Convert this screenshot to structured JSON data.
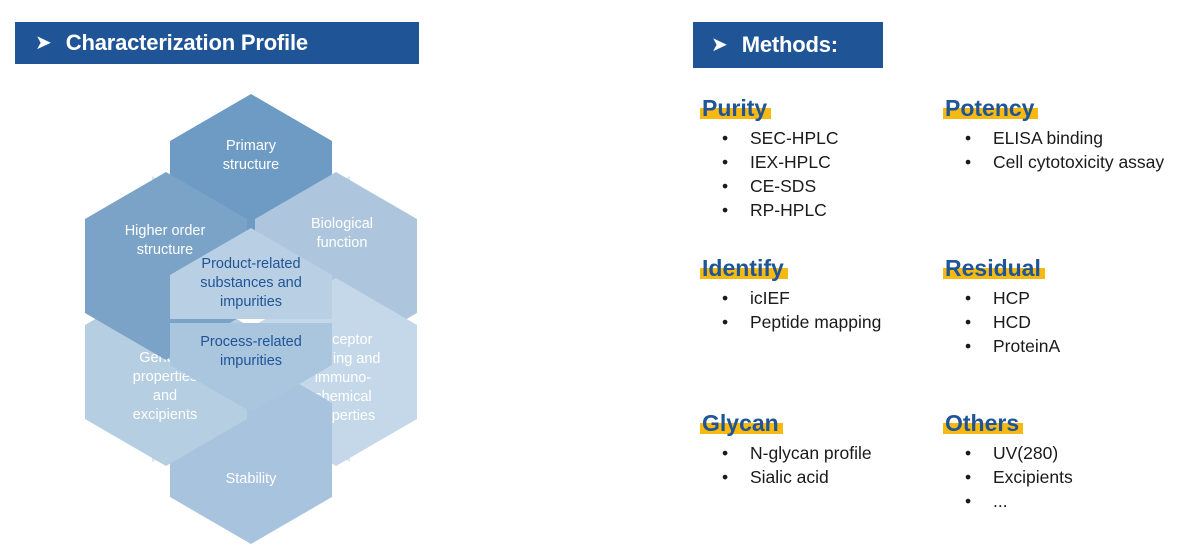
{
  "sections": {
    "characterization": {
      "arrow_glyph": "➤",
      "title": "Characterization Profile"
    },
    "methods": {
      "arrow_glyph": "➤",
      "title": "Methods:"
    }
  },
  "diagram": {
    "type": "hexagon-cluster",
    "outer": [
      {
        "label_lines": [
          "Primary",
          "structure"
        ],
        "color": "#6d9bc3",
        "position": "top"
      },
      {
        "label_lines": [
          "Biological",
          "function"
        ],
        "color": "#aec6dd",
        "position": "upper-right"
      },
      {
        "label_lines": [
          "Receptor",
          "binding and",
          "immuno-",
          "chemical",
          "properties"
        ],
        "color": "#c5d8ea",
        "position": "lower-right"
      },
      {
        "label_lines": [
          "Stability"
        ],
        "color": "#a8c3dd",
        "position": "bottom"
      },
      {
        "label_lines": [
          "General",
          "properties",
          "and",
          "excipients"
        ],
        "color": "#b6cee2",
        "position": "lower-left"
      },
      {
        "label_lines": [
          "Higher order",
          "structure"
        ],
        "color": "#7ba3c8",
        "position": "upper-left"
      }
    ],
    "center": [
      {
        "label_lines": [
          "Product-related",
          "substances and",
          "impurities"
        ],
        "color": "#b9d0e4",
        "text_color": "#1f5496"
      },
      {
        "label_lines": [
          "Process-related",
          "impurities"
        ],
        "color": "#a9c6de",
        "text_color": "#1f5496"
      }
    ],
    "connector_color": "#dbe6f1"
  },
  "methods": {
    "highlight_color": "#f6b911",
    "heading_color": "#1f5496",
    "bullet_glyph": "•",
    "blocks": [
      {
        "heading": "Purity",
        "items": [
          "SEC-HPLC",
          "IEX-HPLC",
          "CE-SDS",
          "RP-HPLC"
        ]
      },
      {
        "heading": "Potency",
        "items": [
          "ELISA binding",
          "Cell cytotoxicity assay"
        ]
      },
      {
        "heading": "Identify",
        "items": [
          "icIEF",
          "Peptide mapping"
        ]
      },
      {
        "heading": "Residual",
        "items": [
          "HCP",
          "HCD",
          "ProteinA"
        ]
      },
      {
        "heading": "Glycan",
        "items": [
          "N-glycan profile",
          "Sialic acid"
        ]
      },
      {
        "heading": "Others",
        "items": [
          "UV(280)",
          "Excipients",
          "..."
        ]
      }
    ]
  }
}
